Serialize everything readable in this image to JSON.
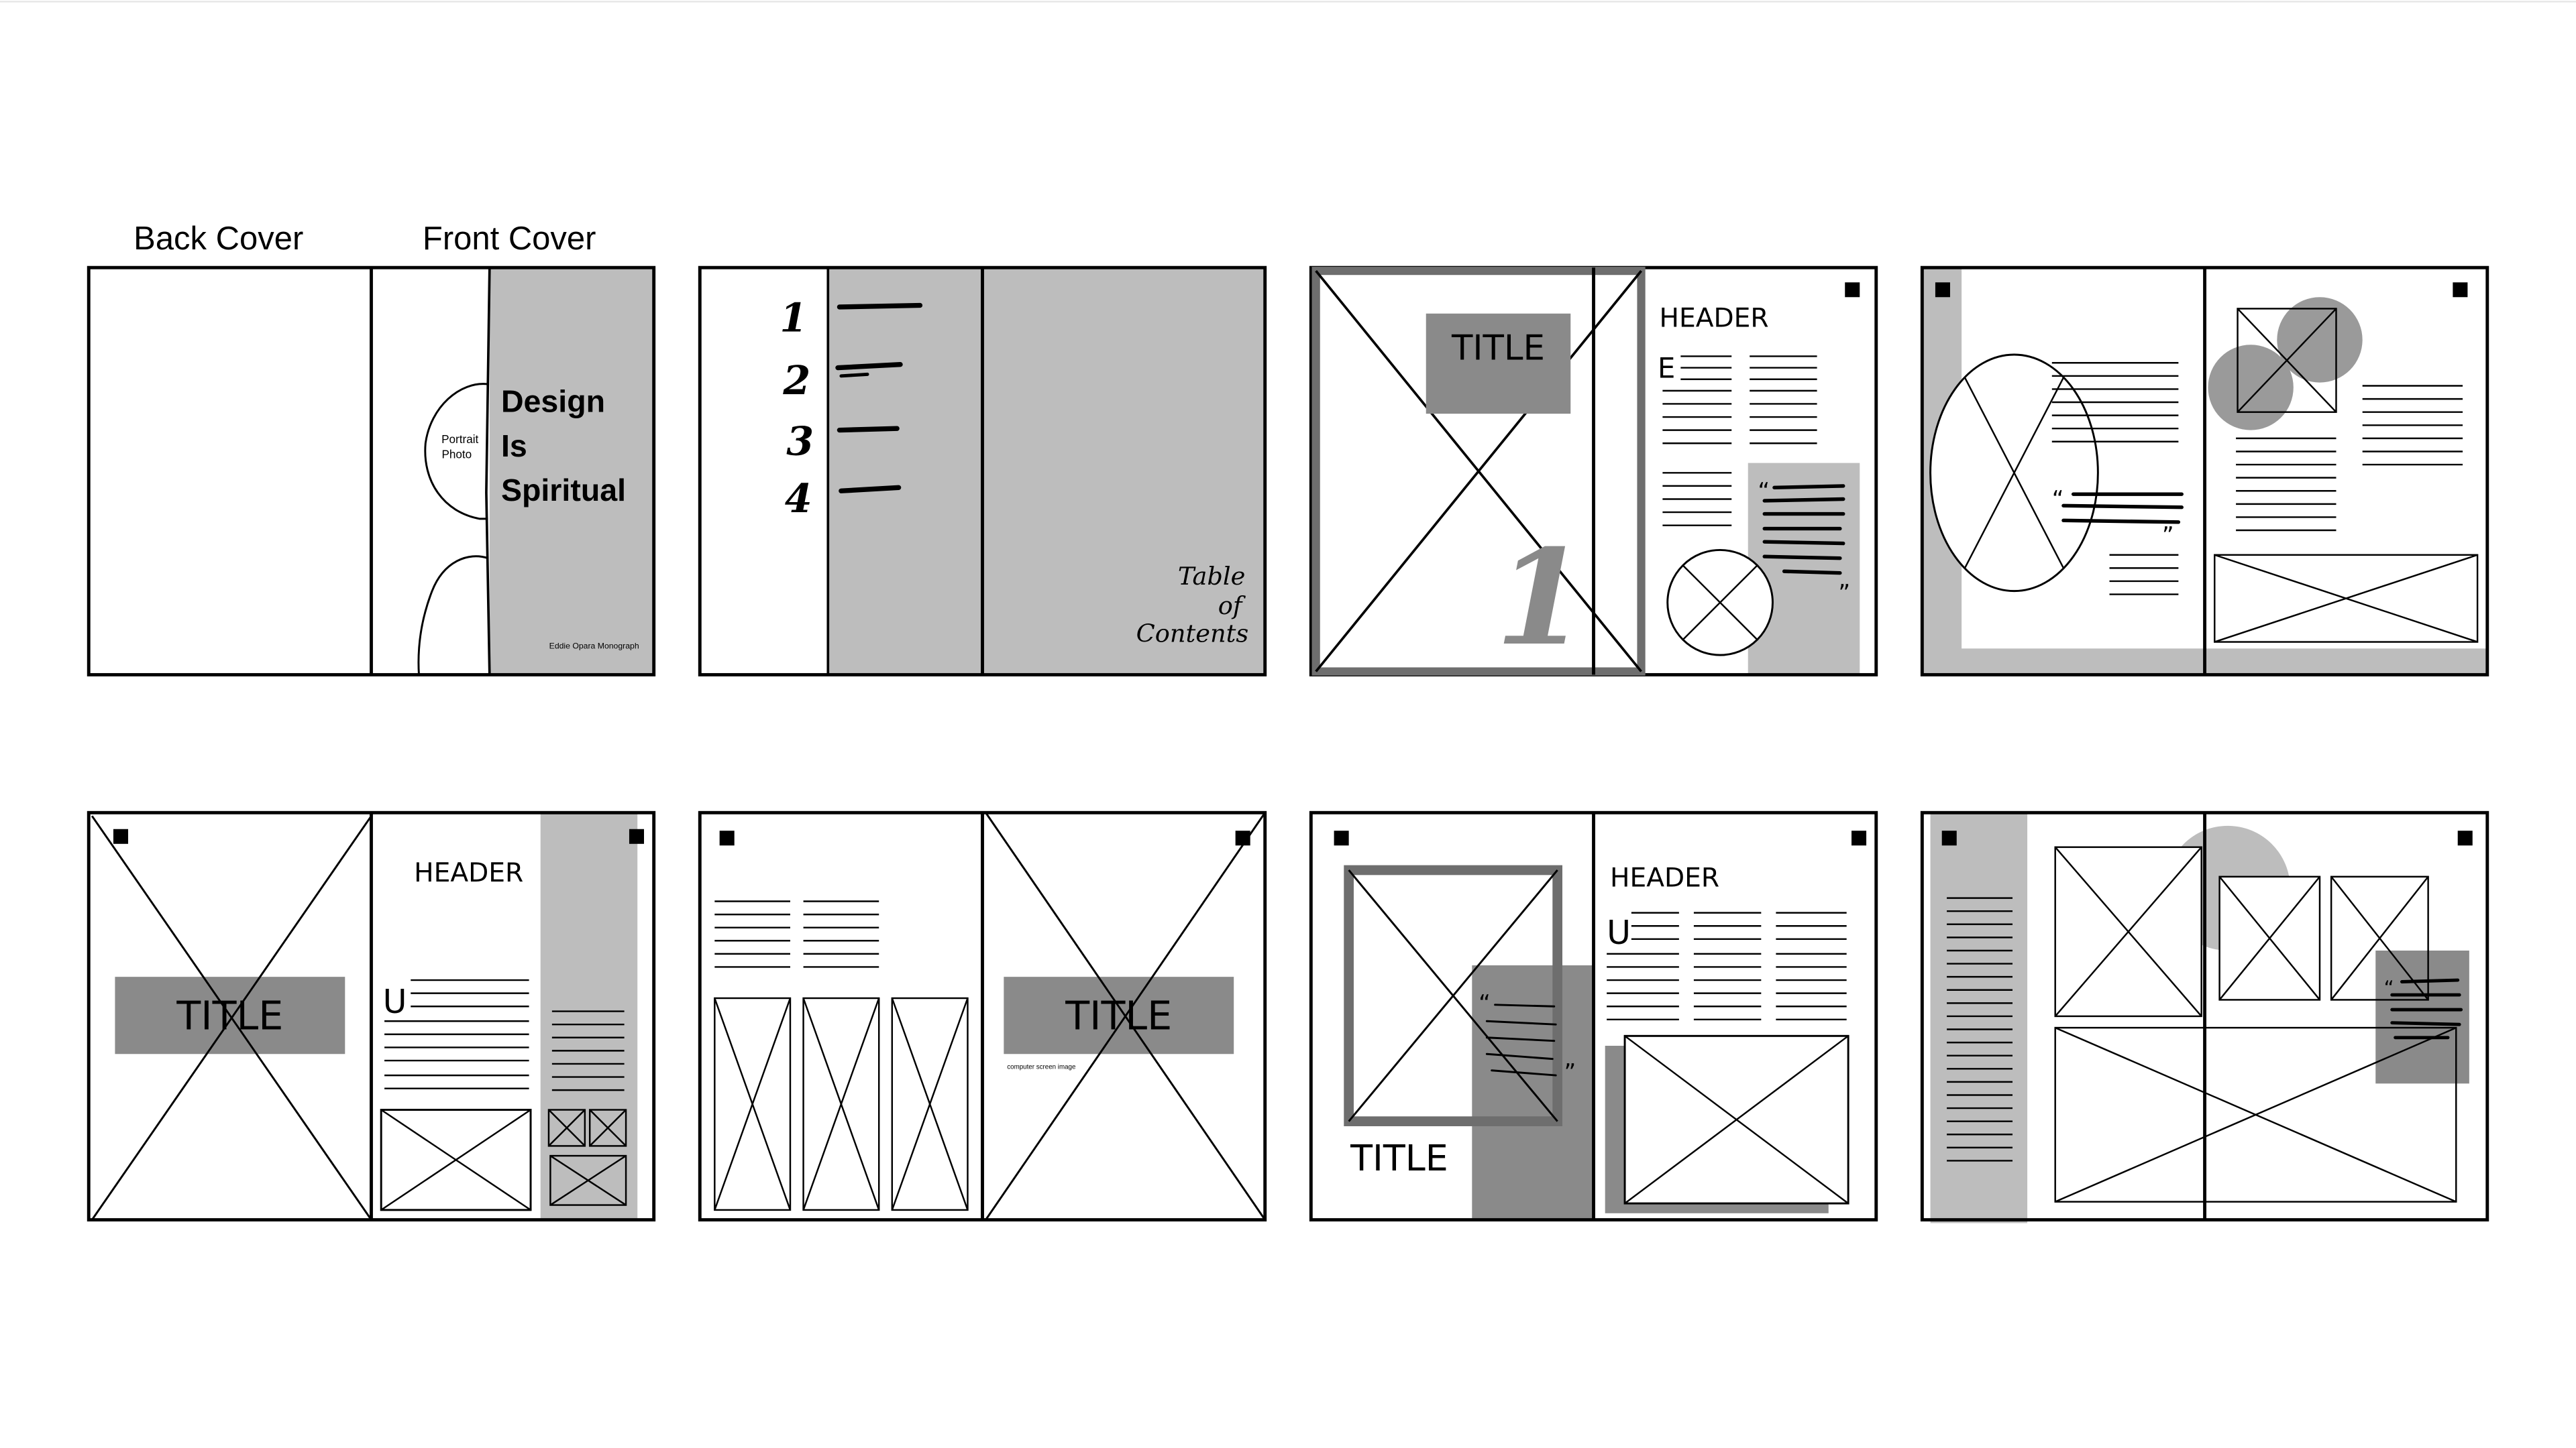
{
  "labels": {
    "back_cover": "Back Cover",
    "front_cover": "Front Cover"
  },
  "cover": {
    "title_line1": "Design",
    "title_line2": "Is",
    "title_line3": "Spiritual",
    "portrait_line1": "Portrait",
    "portrait_line2": "Photo",
    "credit": "Eddie Opara Monograph"
  },
  "toc": {
    "numbers": [
      "1",
      "2",
      "3",
      "4"
    ],
    "label_line1": "Table",
    "label_line2": "of",
    "label_line3": "Contents"
  },
  "spread3": {
    "title": "TITLE",
    "big_number": "1",
    "header": "HEADER",
    "dropcap": "E"
  },
  "spread5": {
    "title": "TITLE",
    "header": "HEADER",
    "dropcap": "U"
  },
  "spread6": {
    "title": "TITLE",
    "caption": "computer screen image"
  },
  "spread7": {
    "title": "TITLE",
    "header": "HEADER",
    "dropcap": "U"
  },
  "colors": {
    "line": "#000000",
    "light_gray": "#bdbdbd",
    "mid_gray": "#8a8a8a",
    "dark_gray": "#6e6e6e",
    "background": "#ffffff"
  }
}
